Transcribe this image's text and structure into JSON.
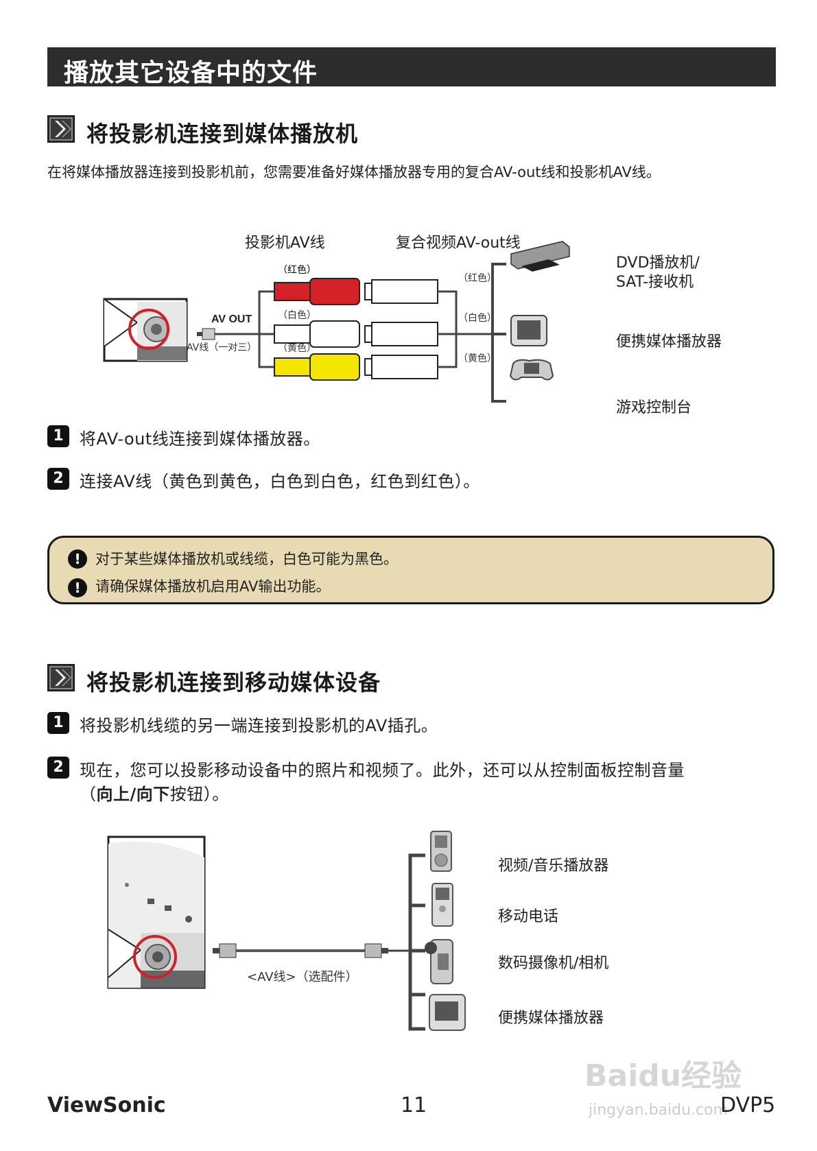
{
  "header": {
    "title": "播放其它设备中的文件"
  },
  "section1": {
    "title": "将投影机连接到媒体播放机",
    "intro": "在将媒体播放器连接到投影机前，您需要准备好媒体播放器专用的复合AV-out线和投影机AV线。",
    "diagram": {
      "cable_projector_label": "投影机AV线",
      "cable_composite_label": "复合视频AV-out线",
      "av_out_label": "AV OUT",
      "av_cable_label": "AV线（一对三）",
      "plug_left": [
        "（红色）",
        "（白色）",
        "（黄色）"
      ],
      "plug_right": [
        "（红色）",
        "（白色）",
        "（黄色）"
      ],
      "devices": [
        "DVD播放机/",
        "SAT-接收机",
        "便携媒体播放器",
        "游戏控制台"
      ]
    },
    "steps": [
      {
        "num": "1",
        "text": "将AV-out线连接到媒体播放器。"
      },
      {
        "num": "2",
        "text": "连接AV线（黄色到黄色，白色到白色，红色到红色）。"
      }
    ],
    "notes": [
      "对于某些媒体播放机或线缆，白色可能为黑色。",
      "请确保媒体播放机启用AV输出功能。"
    ],
    "bang": "!"
  },
  "section2": {
    "title": "将投影机连接到移动媒体设备",
    "steps": [
      {
        "num": "1",
        "text": "将投影机线缆的另一端连接到投影机的AV插孔。"
      },
      {
        "num": "2",
        "text_line1": "现在，您可以投影移动设备中的照片和视频了。此外，还可以从控制面板控制音量",
        "text_line2_open": "（",
        "text_line2_bold": "向上/向下",
        "text_line2_rest": "按钮）。"
      }
    ],
    "diagram": {
      "cable_label": "<AV线>（选配件）",
      "devices": [
        "视频/音乐播放器",
        "移动电话",
        "数码摄像机/相机",
        "便携媒体播放器"
      ]
    }
  },
  "footer": {
    "brand": "ViewSonic",
    "page": "11",
    "model": "DVP5"
  },
  "watermark": {
    "text": "Baidu经验",
    "url": "jingyan.baidu.com"
  },
  "colors": {
    "title_bar": "#2d2d2d",
    "note_bg": "#e8dbb3",
    "plug_red": "#d42027",
    "plug_yellow": "#f5e600",
    "highlight_circle": "#d0202a"
  }
}
